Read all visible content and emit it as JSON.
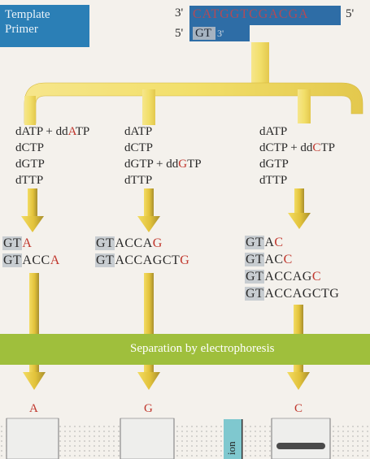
{
  "legend": {
    "template_label": "Template",
    "primer_label": "Primer"
  },
  "strands": {
    "template_prime_left": "3'",
    "template_sequence": "CATGGTCGACGA",
    "template_prime_right": "5'",
    "primer_prime_left": "5'",
    "primer_sequence": "GT",
    "primer_prime_right": "3'"
  },
  "reactions": [
    {
      "lines": [
        {
          "text": "dATP + dd",
          "highlight": "A",
          "suffix": "TP"
        },
        {
          "text": "dCTP"
        },
        {
          "text": "dGTP"
        },
        {
          "text": "dTTP"
        }
      ],
      "products": [
        {
          "base": "GT",
          "mid": "",
          "end": "A"
        },
        {
          "base": "GT",
          "mid": "ACC",
          "end": "A"
        }
      ],
      "lane_label": "A"
    },
    {
      "lines": [
        {
          "text": "dATP"
        },
        {
          "text": "dCTP"
        },
        {
          "text": "dGTP + dd",
          "highlight": "G",
          "suffix": "TP"
        },
        {
          "text": "dTTP"
        }
      ],
      "products": [
        {
          "base": "GT",
          "mid": "ACCA",
          "end": "G"
        },
        {
          "base": "GT",
          "mid": "ACCAGCT",
          "end": "G"
        }
      ],
      "lane_label": "G"
    },
    {
      "lines": [
        {
          "text": "dATP"
        },
        {
          "text": "dCTP + dd",
          "highlight": "C",
          "suffix": "TP"
        },
        {
          "text": "dGTP"
        },
        {
          "text": "dTTP"
        }
      ],
      "products": [
        {
          "base": "GT",
          "mid": "A",
          "end": "C"
        },
        {
          "base": "GT",
          "mid": "AC",
          "end": "C"
        },
        {
          "base": "GT",
          "mid": "ACCAG",
          "end": "C"
        },
        {
          "base": "GT",
          "mid": "ACCAGCTG",
          "end": ""
        }
      ],
      "lane_label": "C"
    }
  ],
  "separation_label": "Separation by electrophoresis",
  "gel_side_label": "ion",
  "colors": {
    "tube_fill": "#f2df6a",
    "tube_edge": "#d4b63a",
    "arrow_yellow": "#e6c93a",
    "arrow_shadow": "#8c7a2e",
    "separation_band": "#9fbf3c",
    "template_box": "#2e6da6",
    "legend_box": "#2b7fb6",
    "ddNTP_red": "#c0362c",
    "gel_band": "#4a4a4a"
  }
}
